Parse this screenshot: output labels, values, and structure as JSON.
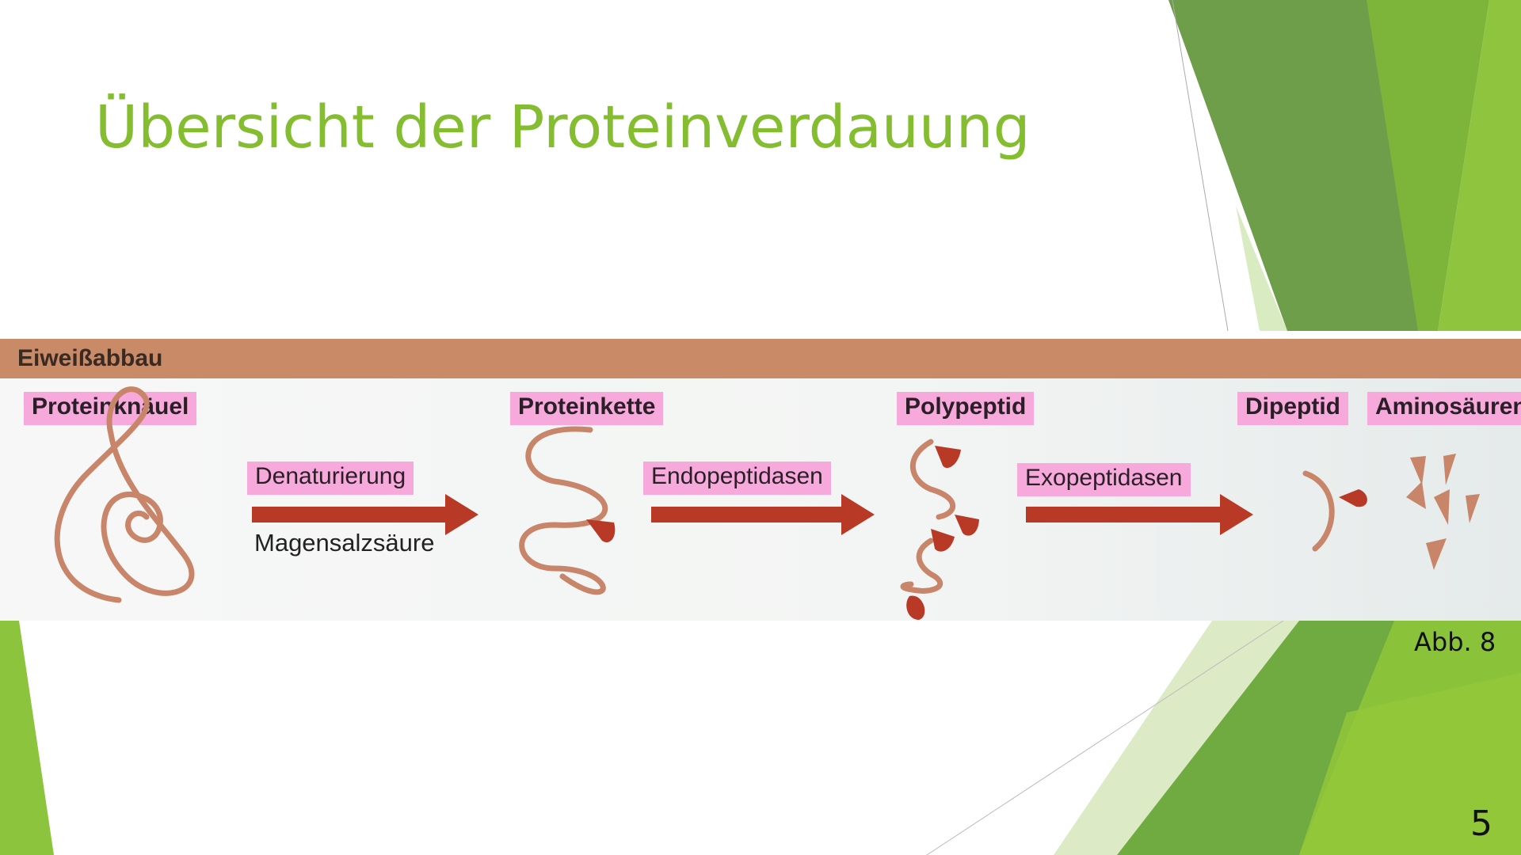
{
  "slide": {
    "title": "Übersicht der Proteinverdauung",
    "figure_caption": "Abb. 8",
    "page_number": "5"
  },
  "figure": {
    "header": "Eiweißabbau",
    "stages": [
      "Proteinknäuel",
      "Proteinkette",
      "Polypeptid",
      "Dipeptid",
      "Aminosäuren"
    ],
    "steps": [
      {
        "label": "Denaturierung",
        "sublabel": "Magensalzsäure"
      },
      {
        "label": "Endopeptidasen"
      },
      {
        "label": "Exopeptidasen"
      }
    ]
  },
  "colors": {
    "accent": "#84bd2f",
    "highlight": "#f7a9dc",
    "arrow": "#b83a26",
    "chain": "#c8856a"
  }
}
